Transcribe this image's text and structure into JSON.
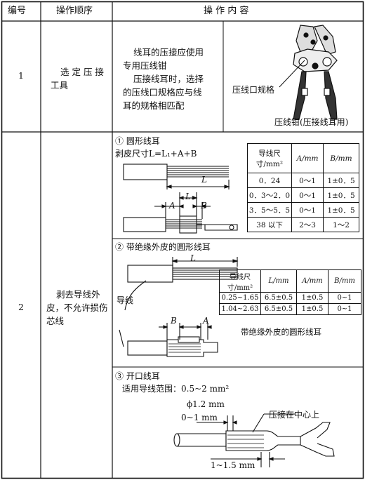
{
  "header": {
    "col_num": "编号",
    "col_order": "操作顺序",
    "col_content": "操 作 内 容"
  },
  "row1": {
    "num": "1",
    "order": [
      "选 定 压 接",
      "工具"
    ],
    "content": [
      "线耳的压接应使用",
      "专用压线钳",
      "压接线耳时，选择",
      "的压线口规格应与线",
      "耳的规格相匹配"
    ],
    "label_mouth": "压线口规格",
    "label_tool": "压线钳(压接线耳用)"
  },
  "row2": {
    "num": "2",
    "order": [
      "剥去导线外",
      "皮，不允许损伤",
      "芯线"
    ],
    "s1": {
      "title": "① 圆形线耳",
      "formula": "剥皮尺寸L=L₁+A+B",
      "dim_L": "L",
      "dim_A": "A",
      "dim_L1": "L₁",
      "dim_B": "B",
      "table": {
        "headers": [
          "导线尺寸/mm²",
          "A/mm",
          "B/mm"
        ],
        "rows": [
          [
            "0．24",
            "0～1",
            "1±0．5"
          ],
          [
            "0．3～2．0",
            "0～1",
            "1±0．5"
          ],
          [
            "3．5～5．5",
            "0～1",
            "1±0．5"
          ],
          [
            "38 以下",
            "2～3",
            "1～2"
          ]
        ]
      }
    },
    "s2": {
      "title": "② 带绝缘外皮的圆形线耳",
      "dim_L": "L",
      "label_wire": "导线",
      "dim_B": "B",
      "dim_A": "A",
      "label_lug": "带绝缘外皮的圆形线耳",
      "table": {
        "headers": [
          "导线尺寸/mm²",
          "L/mm",
          "A/mm",
          "B/mm"
        ],
        "rows": [
          [
            "0.25~1.65",
            "6.5±0.5",
            "1±0.5",
            "0~1"
          ],
          [
            "1.04~2.63",
            "6.5±0.5",
            "1±0.5",
            "0~1"
          ]
        ]
      }
    },
    "s3": {
      "title": "③ 开口线耳",
      "range": "适用导线范围：0.5~2 mm²",
      "phi": "ϕ1.2 mm",
      "dim1": "0~1 mm",
      "label_center": "压接在中心上",
      "dim2": "1~1.5 mm"
    }
  }
}
